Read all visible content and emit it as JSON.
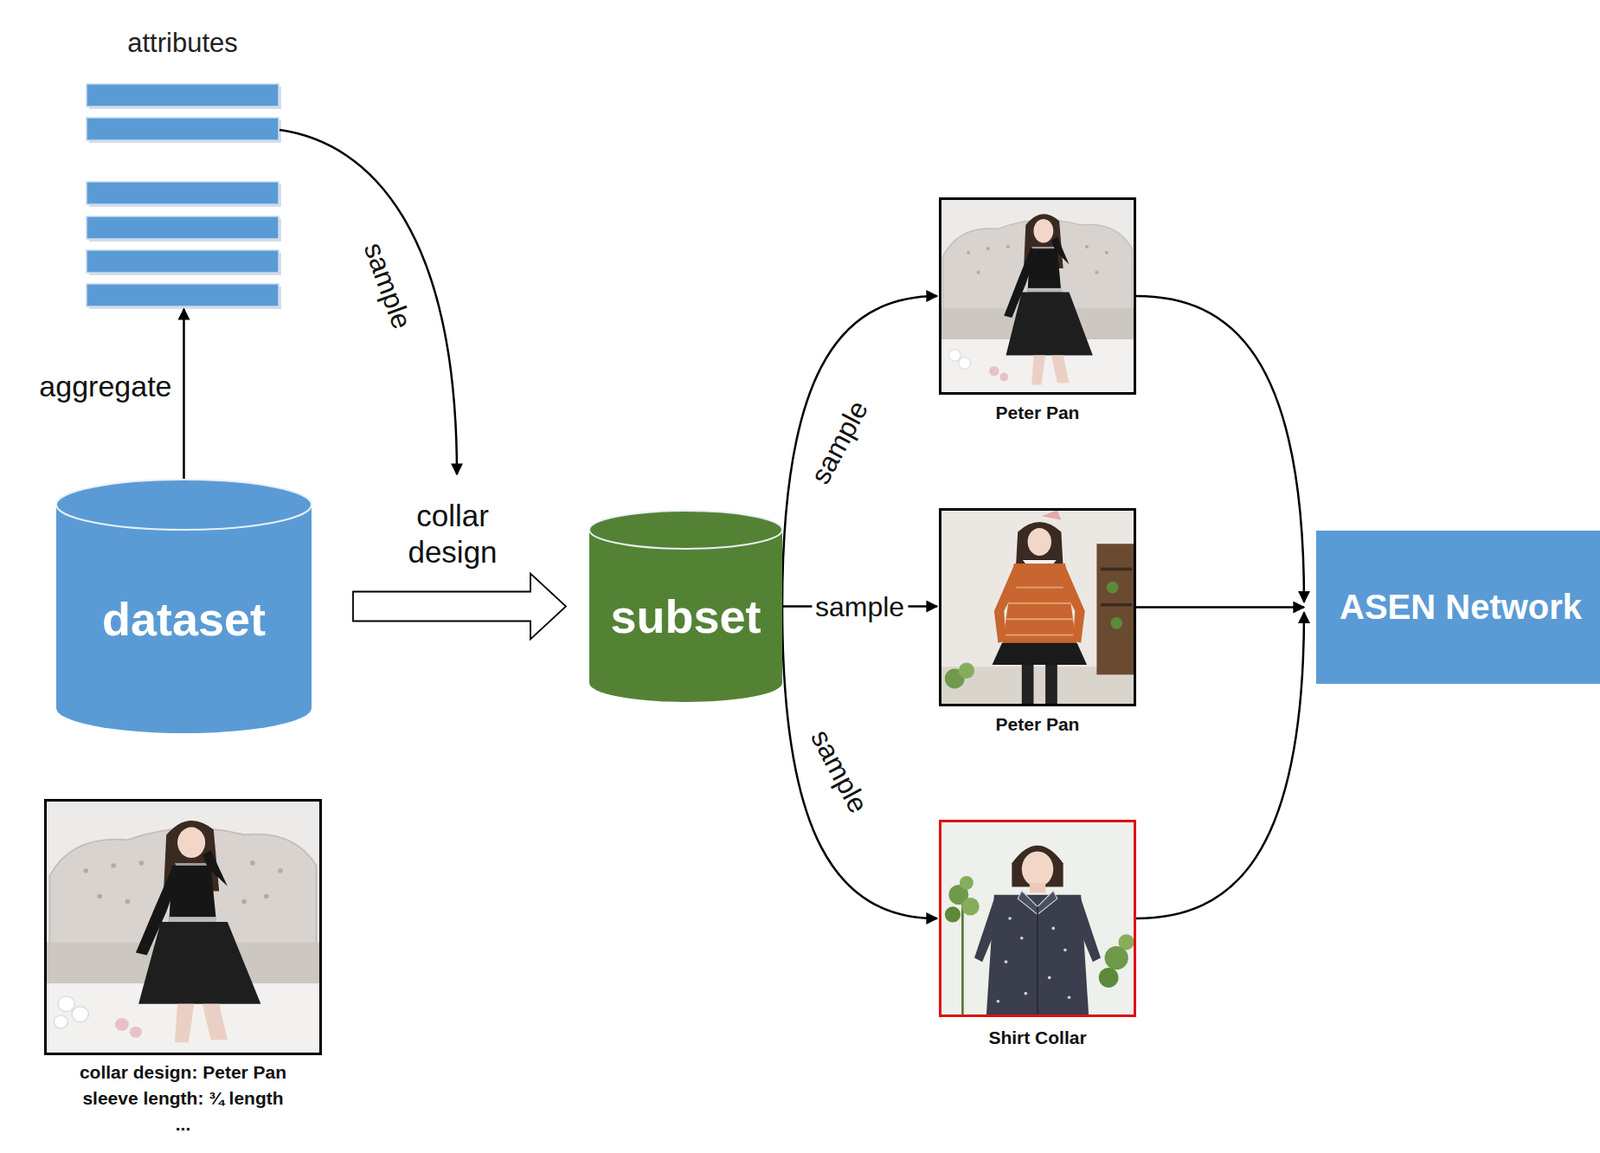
{
  "diagram": {
    "nodes": [
      {
        "text": [
          "attributes"
        ]
      },
      {
        "text": [
          "dataset"
        ]
      },
      {
        "text": [
          "collar design: Peter Pan",
          "sleeve length: ¾ length",
          "..."
        ]
      },
      {
        "text": [
          "subset"
        ]
      },
      {
        "text": [
          "Peter Pan"
        ]
      },
      {
        "text": [
          "Peter Pan"
        ]
      },
      {
        "text": [
          "Shirt Collar"
        ]
      },
      {
        "text": [
          "ASEN Network"
        ]
      }
    ],
    "edges": [
      {
        "from": 1,
        "to": 0,
        "arrow": "to",
        "label": "aggregate"
      },
      {
        "from": 1,
        "to": 3,
        "arrow": "to",
        "label": "collar design"
      },
      {
        "from": 3,
        "to": 4,
        "arrow": "to",
        "label": "sample"
      },
      {
        "from": 3,
        "to": 5,
        "arrow": "to",
        "label": "sample"
      },
      {
        "from": 3,
        "to": 6,
        "arrow": "to",
        "label": "sample"
      },
      {
        "from": 4,
        "to": 7,
        "arrow": "to"
      },
      {
        "from": 5,
        "to": 7,
        "arrow": "to"
      },
      {
        "from": 6,
        "to": 7,
        "arrow": "to"
      }
    ],
    "labels": [
      "sample"
    ]
  }
}
